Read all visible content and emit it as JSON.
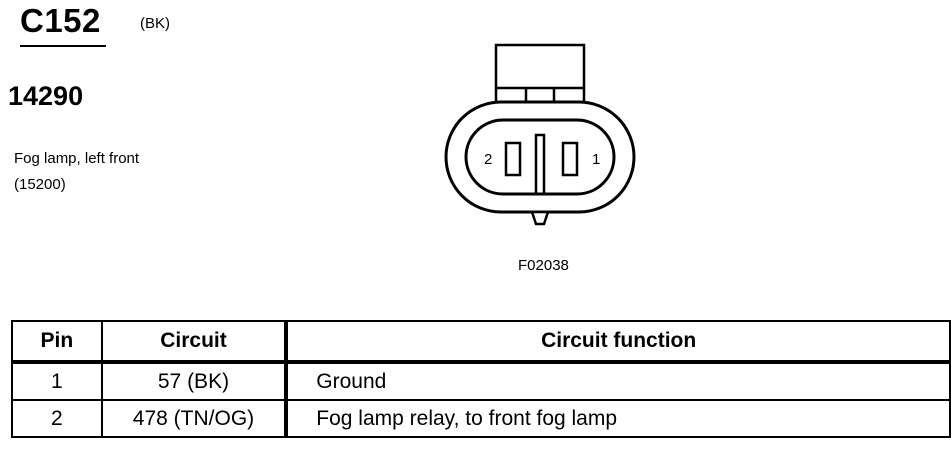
{
  "connector": {
    "id": "C152",
    "color": "(BK)",
    "part_number": "14290",
    "description": [
      "Fog lamp, left front",
      "(15200)"
    ],
    "diagram_ref": "F02038",
    "pin_labels": {
      "left": "2",
      "right": "1"
    }
  },
  "table": {
    "headers": {
      "pin": "Pin",
      "circuit": "Circuit",
      "function": "Circuit function"
    },
    "rows": [
      {
        "pin": "1",
        "circuit": "57 (BK)",
        "function": "Ground"
      },
      {
        "pin": "2",
        "circuit": "478 (TN/OG)",
        "function": "Fog lamp relay, to front fog lamp"
      }
    ]
  }
}
